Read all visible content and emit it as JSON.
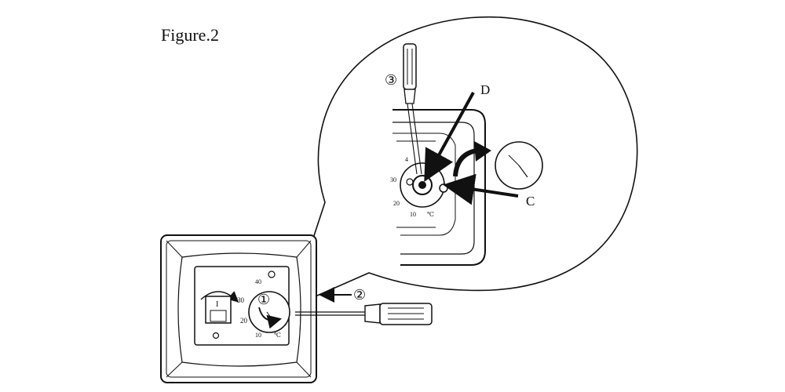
{
  "figure": {
    "title": "Figure.2"
  },
  "steps": {
    "step1": "①",
    "step2": "②",
    "step3": "③"
  },
  "callouts": {
    "d": "D",
    "c": "C"
  },
  "dial_small": {
    "t40": "40",
    "t30": "30",
    "t20": "20",
    "t10": "10",
    "unit": "℃"
  },
  "dial_zoom": {
    "t4": "4",
    "t30": "30",
    "t20": "20",
    "t10": "10",
    "unit": "℃"
  },
  "switch": {
    "label": "I"
  },
  "colors": {
    "line": "#111111",
    "background": "#ffffff"
  }
}
